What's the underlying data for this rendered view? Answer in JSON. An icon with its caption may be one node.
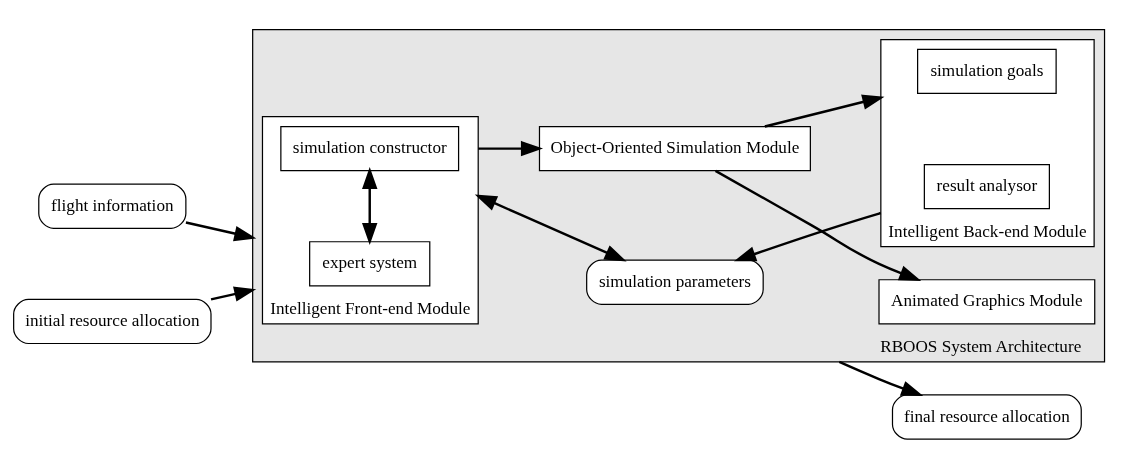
{
  "diagram": {
    "nodes": [
      {
        "text": [
          "RBOOS System Architecture"
        ]
      },
      {
        "text": [
          "flight information"
        ]
      },
      {
        "text": [
          "initial resource allocation"
        ]
      },
      {
        "text": [
          "Intelligent Front-end Module"
        ],
        "in": 0
      },
      {
        "text": [
          "expert system"
        ],
        "in": 3
      },
      {
        "text": [
          "simulation constructor"
        ],
        "in": 3
      },
      {
        "text": [
          "Animated Graphics Module"
        ],
        "in": 0
      },
      {
        "text": [
          "Object-Oriented Simulation Module"
        ],
        "in": 0
      },
      {
        "text": [
          "Intelligent Back-end Module"
        ],
        "in": 0
      },
      {
        "text": [
          "simulation goals"
        ],
        "in": 8
      },
      {
        "text": [
          "result analysor"
        ],
        "in": 8
      },
      {
        "text": [
          "simulation parameters"
        ],
        "in": 0
      },
      {
        "text": [
          "final resource allocation"
        ]
      }
    ],
    "edges": [
      {
        "from": 1,
        "to": 0,
        "arrow": "to"
      },
      {
        "from": 2,
        "to": 0,
        "arrow": "to"
      },
      {
        "from": 4,
        "to": 5,
        "arrow": "both"
      },
      {
        "from": 3,
        "to": 7,
        "arrow": "to"
      },
      {
        "from": 7,
        "to": 6,
        "arrow": "to"
      },
      {
        "from": 7,
        "to": 8,
        "arrow": "to"
      },
      {
        "from": 3,
        "to": 11,
        "arrow": "both"
      },
      {
        "from": 8,
        "to": 11,
        "arrow": "to"
      },
      {
        "from": 0,
        "to": 12,
        "arrow": "to"
      }
    ]
  }
}
